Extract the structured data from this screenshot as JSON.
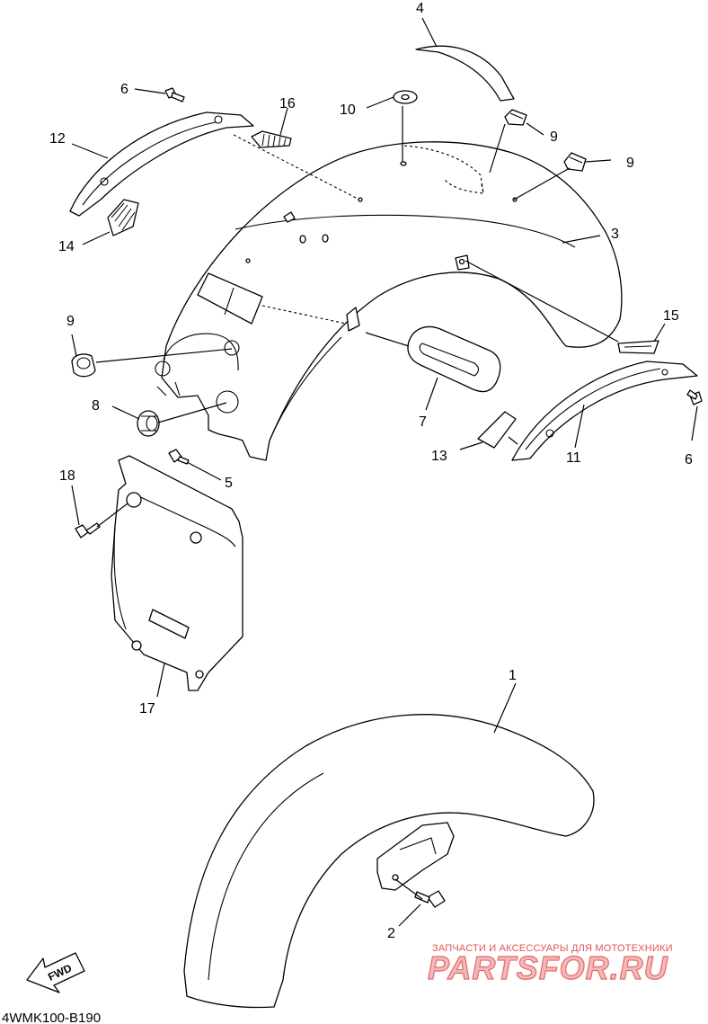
{
  "diagram": {
    "callouts": [
      {
        "id": "c4",
        "text": "4"
      },
      {
        "id": "c6a",
        "text": "6"
      },
      {
        "id": "c16",
        "text": "16"
      },
      {
        "id": "c10",
        "text": "10"
      },
      {
        "id": "c9a",
        "text": "9"
      },
      {
        "id": "c9b",
        "text": "9"
      },
      {
        "id": "c12",
        "text": "12"
      },
      {
        "id": "c3",
        "text": "3"
      },
      {
        "id": "c14",
        "text": "14"
      },
      {
        "id": "c9c",
        "text": "9"
      },
      {
        "id": "c15",
        "text": "15"
      },
      {
        "id": "c8",
        "text": "8"
      },
      {
        "id": "c7",
        "text": "7"
      },
      {
        "id": "c18",
        "text": "18"
      },
      {
        "id": "c5",
        "text": "5"
      },
      {
        "id": "c13",
        "text": "13"
      },
      {
        "id": "c11",
        "text": "11"
      },
      {
        "id": "c6b",
        "text": "6"
      },
      {
        "id": "c17",
        "text": "17"
      },
      {
        "id": "c1",
        "text": "1"
      },
      {
        "id": "c2",
        "text": "2"
      }
    ],
    "fwd_label": "FWD",
    "diagram_code": "4WMK100-B190"
  },
  "watermark": {
    "tagline": "ЗАПЧАСТИ И АКСЕССУАРЫ ДЛЯ МОТОТЕХНИКИ",
    "brand": "PARTSFOR.RU",
    "color": "#e05555"
  }
}
